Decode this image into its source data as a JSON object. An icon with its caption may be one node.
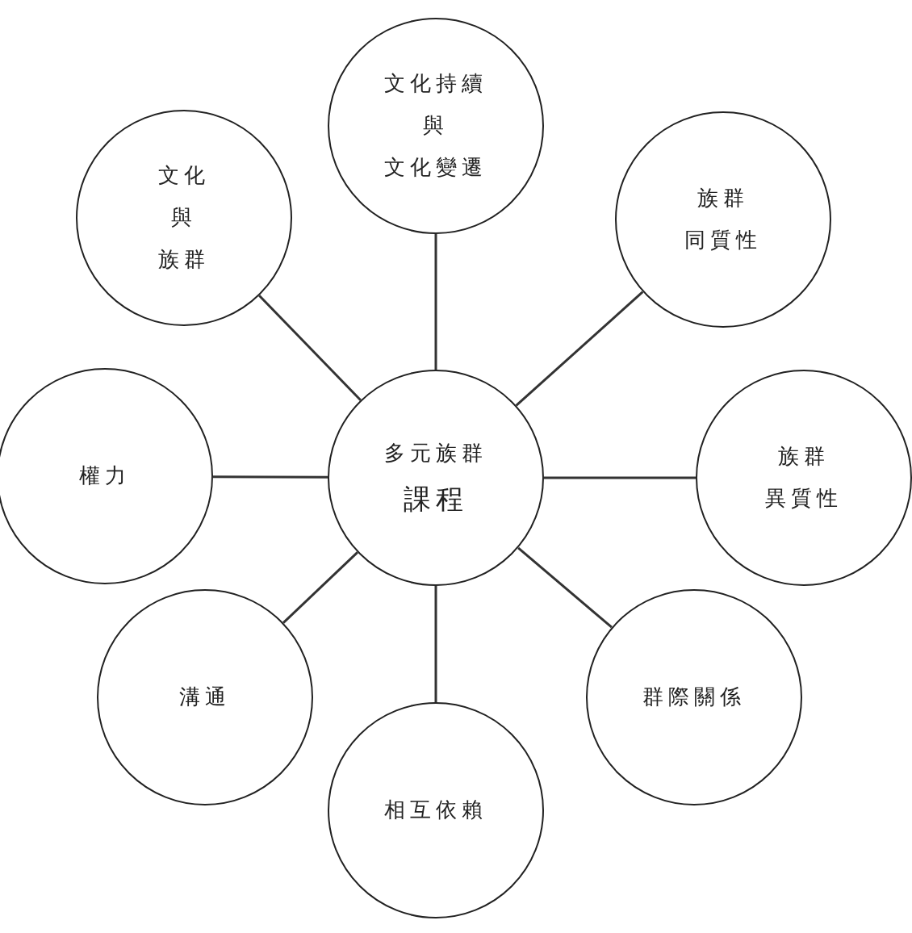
{
  "diagram": {
    "nodes": [
      {
        "text": [
          "多元族群",
          "課程"
        ]
      },
      {
        "text": [
          "文化持續",
          "與",
          "文化變遷"
        ]
      },
      {
        "text": [
          "族群",
          "同質性"
        ]
      },
      {
        "text": [
          "族群",
          "異質性"
        ]
      },
      {
        "text": [
          "群際關係"
        ]
      },
      {
        "text": [
          "相互依賴"
        ]
      },
      {
        "text": [
          "溝通"
        ]
      },
      {
        "text": [
          "權力"
        ]
      },
      {
        "text": [
          "文化",
          "與",
          "族群"
        ]
      }
    ],
    "edges": [
      {
        "from": 0,
        "to": 1,
        "arrow": "none"
      },
      {
        "from": 0,
        "to": 2,
        "arrow": "none"
      },
      {
        "from": 0,
        "to": 3,
        "arrow": "none"
      },
      {
        "from": 0,
        "to": 4,
        "arrow": "none"
      },
      {
        "from": 0,
        "to": 5,
        "arrow": "none"
      },
      {
        "from": 0,
        "to": 6,
        "arrow": "none"
      },
      {
        "from": 0,
        "to": 7,
        "arrow": "none"
      },
      {
        "from": 0,
        "to": 8,
        "arrow": "none"
      }
    ]
  }
}
